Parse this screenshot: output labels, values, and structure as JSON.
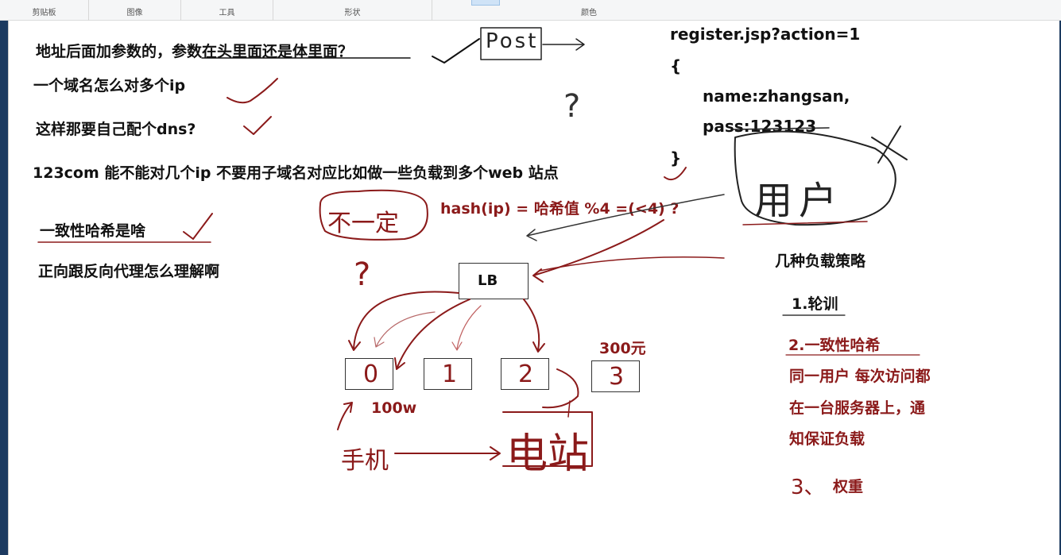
{
  "ribbon": {
    "groups": [
      "剪贴板",
      "图像",
      "工具",
      "形状",
      "颜色"
    ]
  },
  "questions": {
    "q1": "地址后面加参数的，参数在头里面还是体里面？",
    "q2": "一个域名怎么对多个ip",
    "q3": "这样那要自己配个dns?",
    "q4": "123com 能不能对几个ip 不要用子域名对应比如做一些负载到多个web 站点",
    "q5": "一致性哈希是啥",
    "q6": "正向跟反向代理怎么理解啊"
  },
  "code": {
    "line1": "register.jsp?action=1",
    "line2": "{",
    "line3": "name:zhangsan,",
    "line4": "pass:123123",
    "line5": "}"
  },
  "diagram": {
    "hash_formula": "hash(ip)  =  哈希值 %4  =(<4) ?",
    "lb_label": "LB",
    "server_labels": [
      "0",
      "1",
      "2",
      "3"
    ],
    "price_300": "300元",
    "price_100w": "100w"
  },
  "strategies": {
    "title": "几种负载策略",
    "item1": "1.轮训",
    "item2": "2.一致性哈希",
    "desc1": "同一用户 每次访问都",
    "desc2": "在一台服务器上，通",
    "desc3": "知保证负载",
    "item3_num": "3、",
    "item3_text": "权重"
  },
  "handwriting": {
    "post": "Post",
    "question_mark": "?",
    "buyiding": "不一定",
    "yonghu": "用户",
    "shouji": "手机",
    "dianzhan": "电站"
  },
  "colors": {
    "ink": "#8b1a1a",
    "text": "#111111",
    "ribbon_bg": "#f5f6f7",
    "window_frame": "#1c3a60"
  }
}
